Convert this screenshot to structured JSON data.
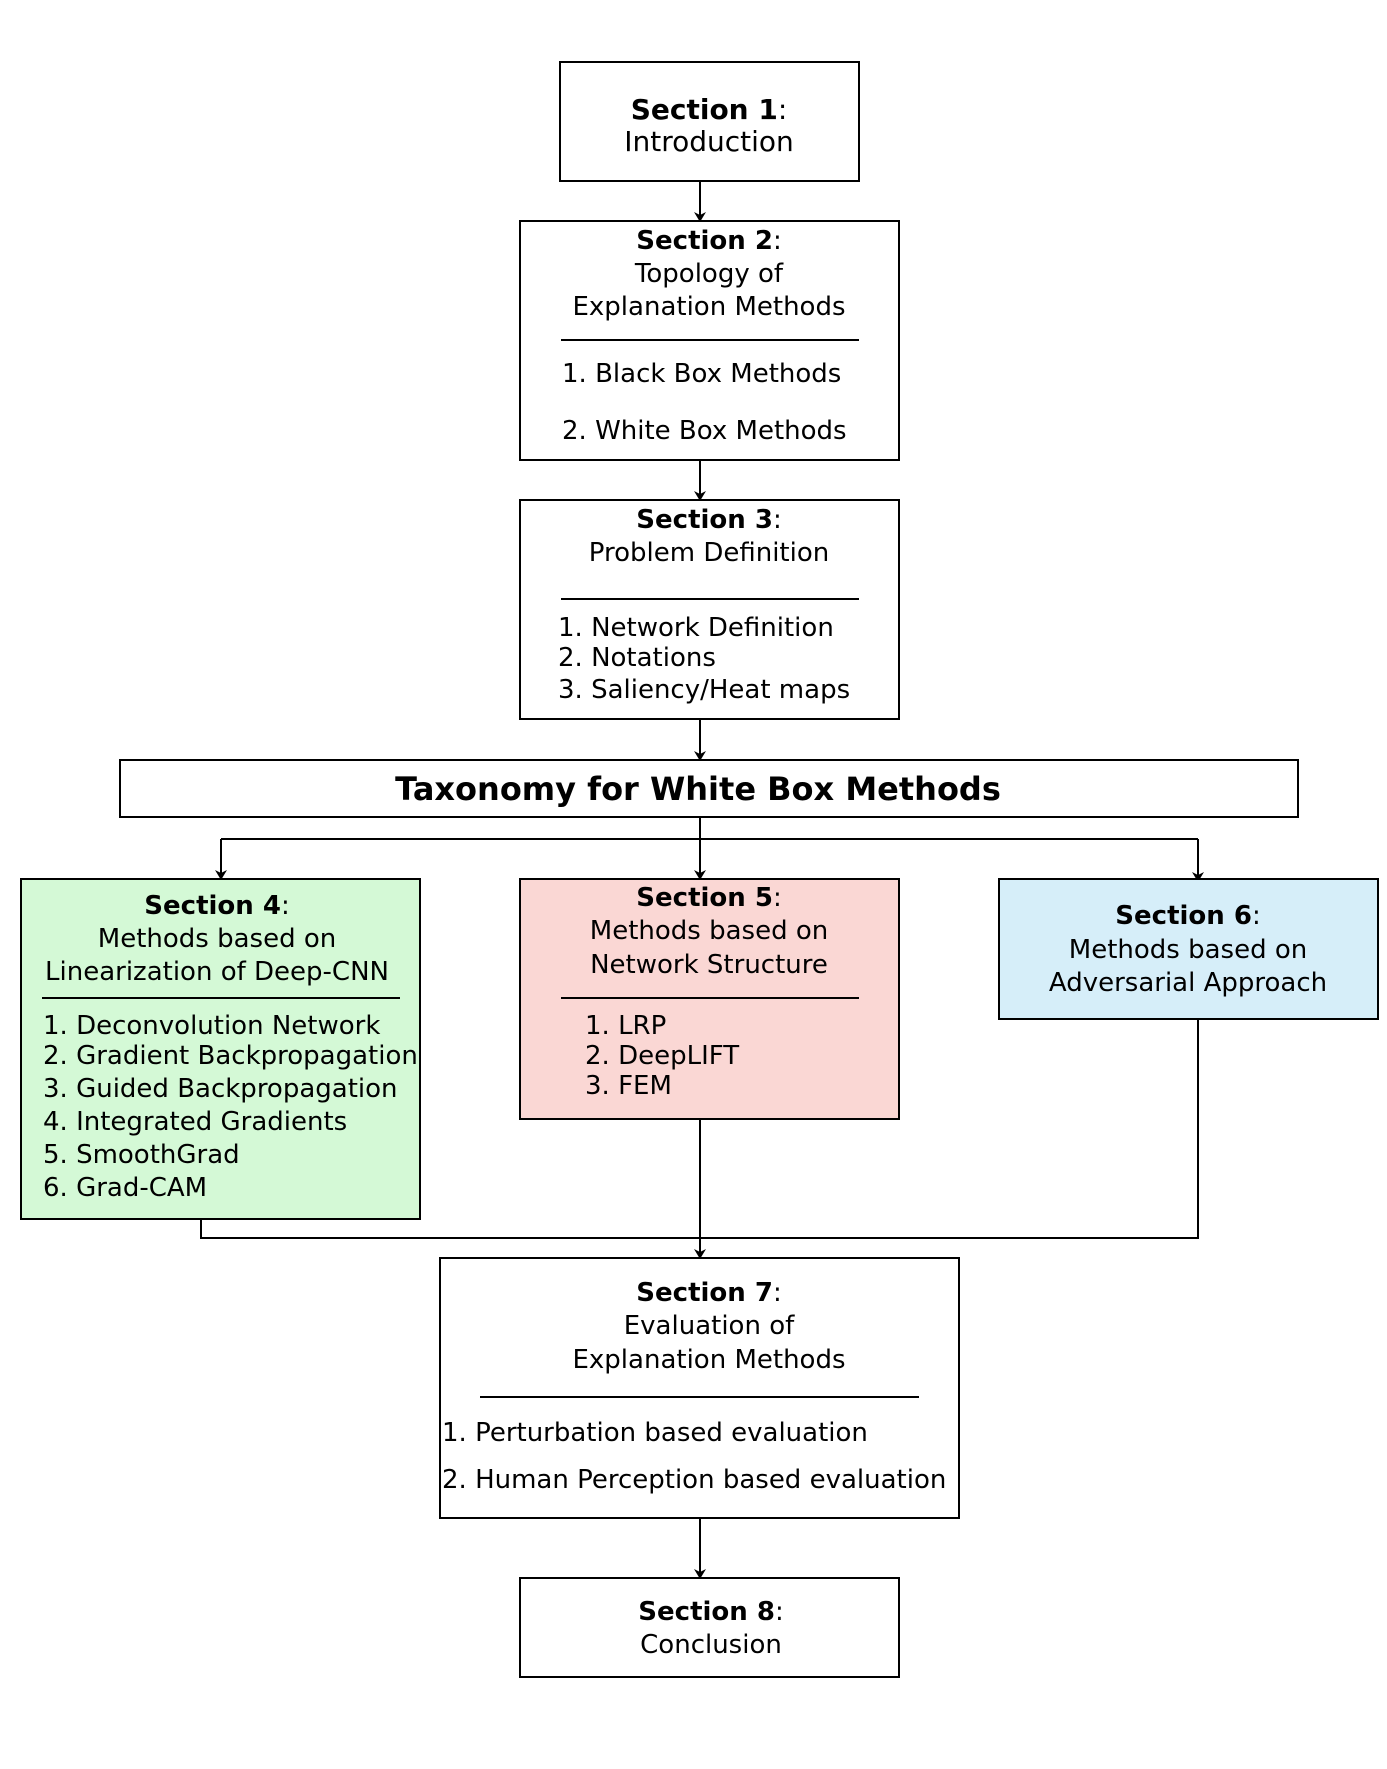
{
  "sections": {
    "s1": {
      "heading": "Section 1",
      "colon": ":",
      "lines": [
        "Introduction"
      ]
    },
    "s2": {
      "heading": "Section 2",
      "colon": ":",
      "lines": [
        "Topology of",
        "Explanation Methods"
      ],
      "items": [
        "1. Black Box Methods",
        "2. White Box Methods"
      ]
    },
    "s3": {
      "heading": "Section 3",
      "colon": ":",
      "lines": [
        "Problem Definition"
      ],
      "items": [
        "1. Network Definition",
        "2. Notations",
        "3. Saliency/Heat maps"
      ]
    },
    "taxonomy": {
      "title": "Taxonomy for White Box Methods"
    },
    "s4": {
      "heading": "Section 4",
      "colon": ":",
      "lines": [
        "Methods based on",
        "Linearization of Deep-CNN"
      ],
      "items": [
        "1. Deconvolution Network",
        "2. Gradient Backpropagation",
        "3. Guided Backpropagation",
        "4. Integrated Gradients",
        "5. SmoothGrad",
        "6. Grad-CAM"
      ]
    },
    "s5": {
      "heading": "Section 5",
      "colon": ":",
      "lines": [
        "Methods based on",
        "Network Structure"
      ],
      "items": [
        "1. LRP",
        "2. DeepLIFT",
        "3. FEM"
      ]
    },
    "s6": {
      "heading": "Section 6",
      "colon": ":",
      "lines": [
        "Methods based on",
        "Adversarial Approach"
      ]
    },
    "s7": {
      "heading": "Section 7",
      "colon": ":",
      "lines": [
        "Evaluation of",
        "Explanation Methods"
      ],
      "items": [
        "1. Perturbation based evaluation",
        "2. Human Perception based evaluation"
      ]
    },
    "s8": {
      "heading": "Section 8",
      "colon": ":",
      "lines": [
        "Conclusion"
      ]
    }
  },
  "colors": {
    "section4_fill": "#d4f9d6",
    "section5_fill": "#fad7d4",
    "section6_fill": "#d6eef9",
    "stroke": "#000000"
  }
}
